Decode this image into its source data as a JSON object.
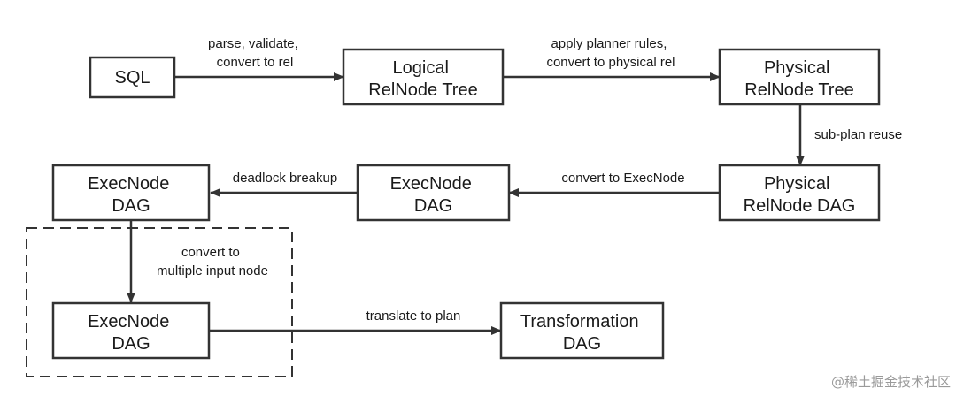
{
  "nodes": {
    "sql": {
      "lines": [
        "SQL"
      ]
    },
    "logical_relnode_tree": {
      "lines": [
        "Logical",
        "RelNode Tree"
      ]
    },
    "physical_relnode_tree": {
      "lines": [
        "Physical",
        "RelNode Tree"
      ]
    },
    "physical_relnode_dag": {
      "lines": [
        "Physical",
        "RelNode DAG"
      ]
    },
    "execnode_dag_middle": {
      "lines": [
        "ExecNode",
        "DAG"
      ]
    },
    "execnode_dag_left": {
      "lines": [
        "ExecNode",
        "DAG"
      ]
    },
    "execnode_dag_bottom": {
      "lines": [
        "ExecNode",
        "DAG"
      ]
    },
    "transformation_dag": {
      "lines": [
        "Transformation",
        "DAG"
      ]
    }
  },
  "edges": {
    "parse": {
      "lines": [
        "parse, validate,",
        "convert to rel"
      ]
    },
    "planner": {
      "lines": [
        "apply planner rules,",
        "convert to physical rel"
      ]
    },
    "reuse": {
      "lines": [
        "sub-plan reuse"
      ]
    },
    "to_execnode": {
      "lines": [
        "convert to ExecNode"
      ]
    },
    "deadlock": {
      "lines": [
        "deadlock breakup"
      ]
    },
    "multi_input": {
      "lines": [
        "convert to",
        "multiple input node"
      ]
    },
    "translate": {
      "lines": [
        "translate to plan"
      ]
    }
  },
  "watermark": "@稀土掘金技术社区",
  "colors": {
    "stroke": "#333333",
    "text": "#1a1a1a",
    "watermark": "#9a9a9a"
  }
}
